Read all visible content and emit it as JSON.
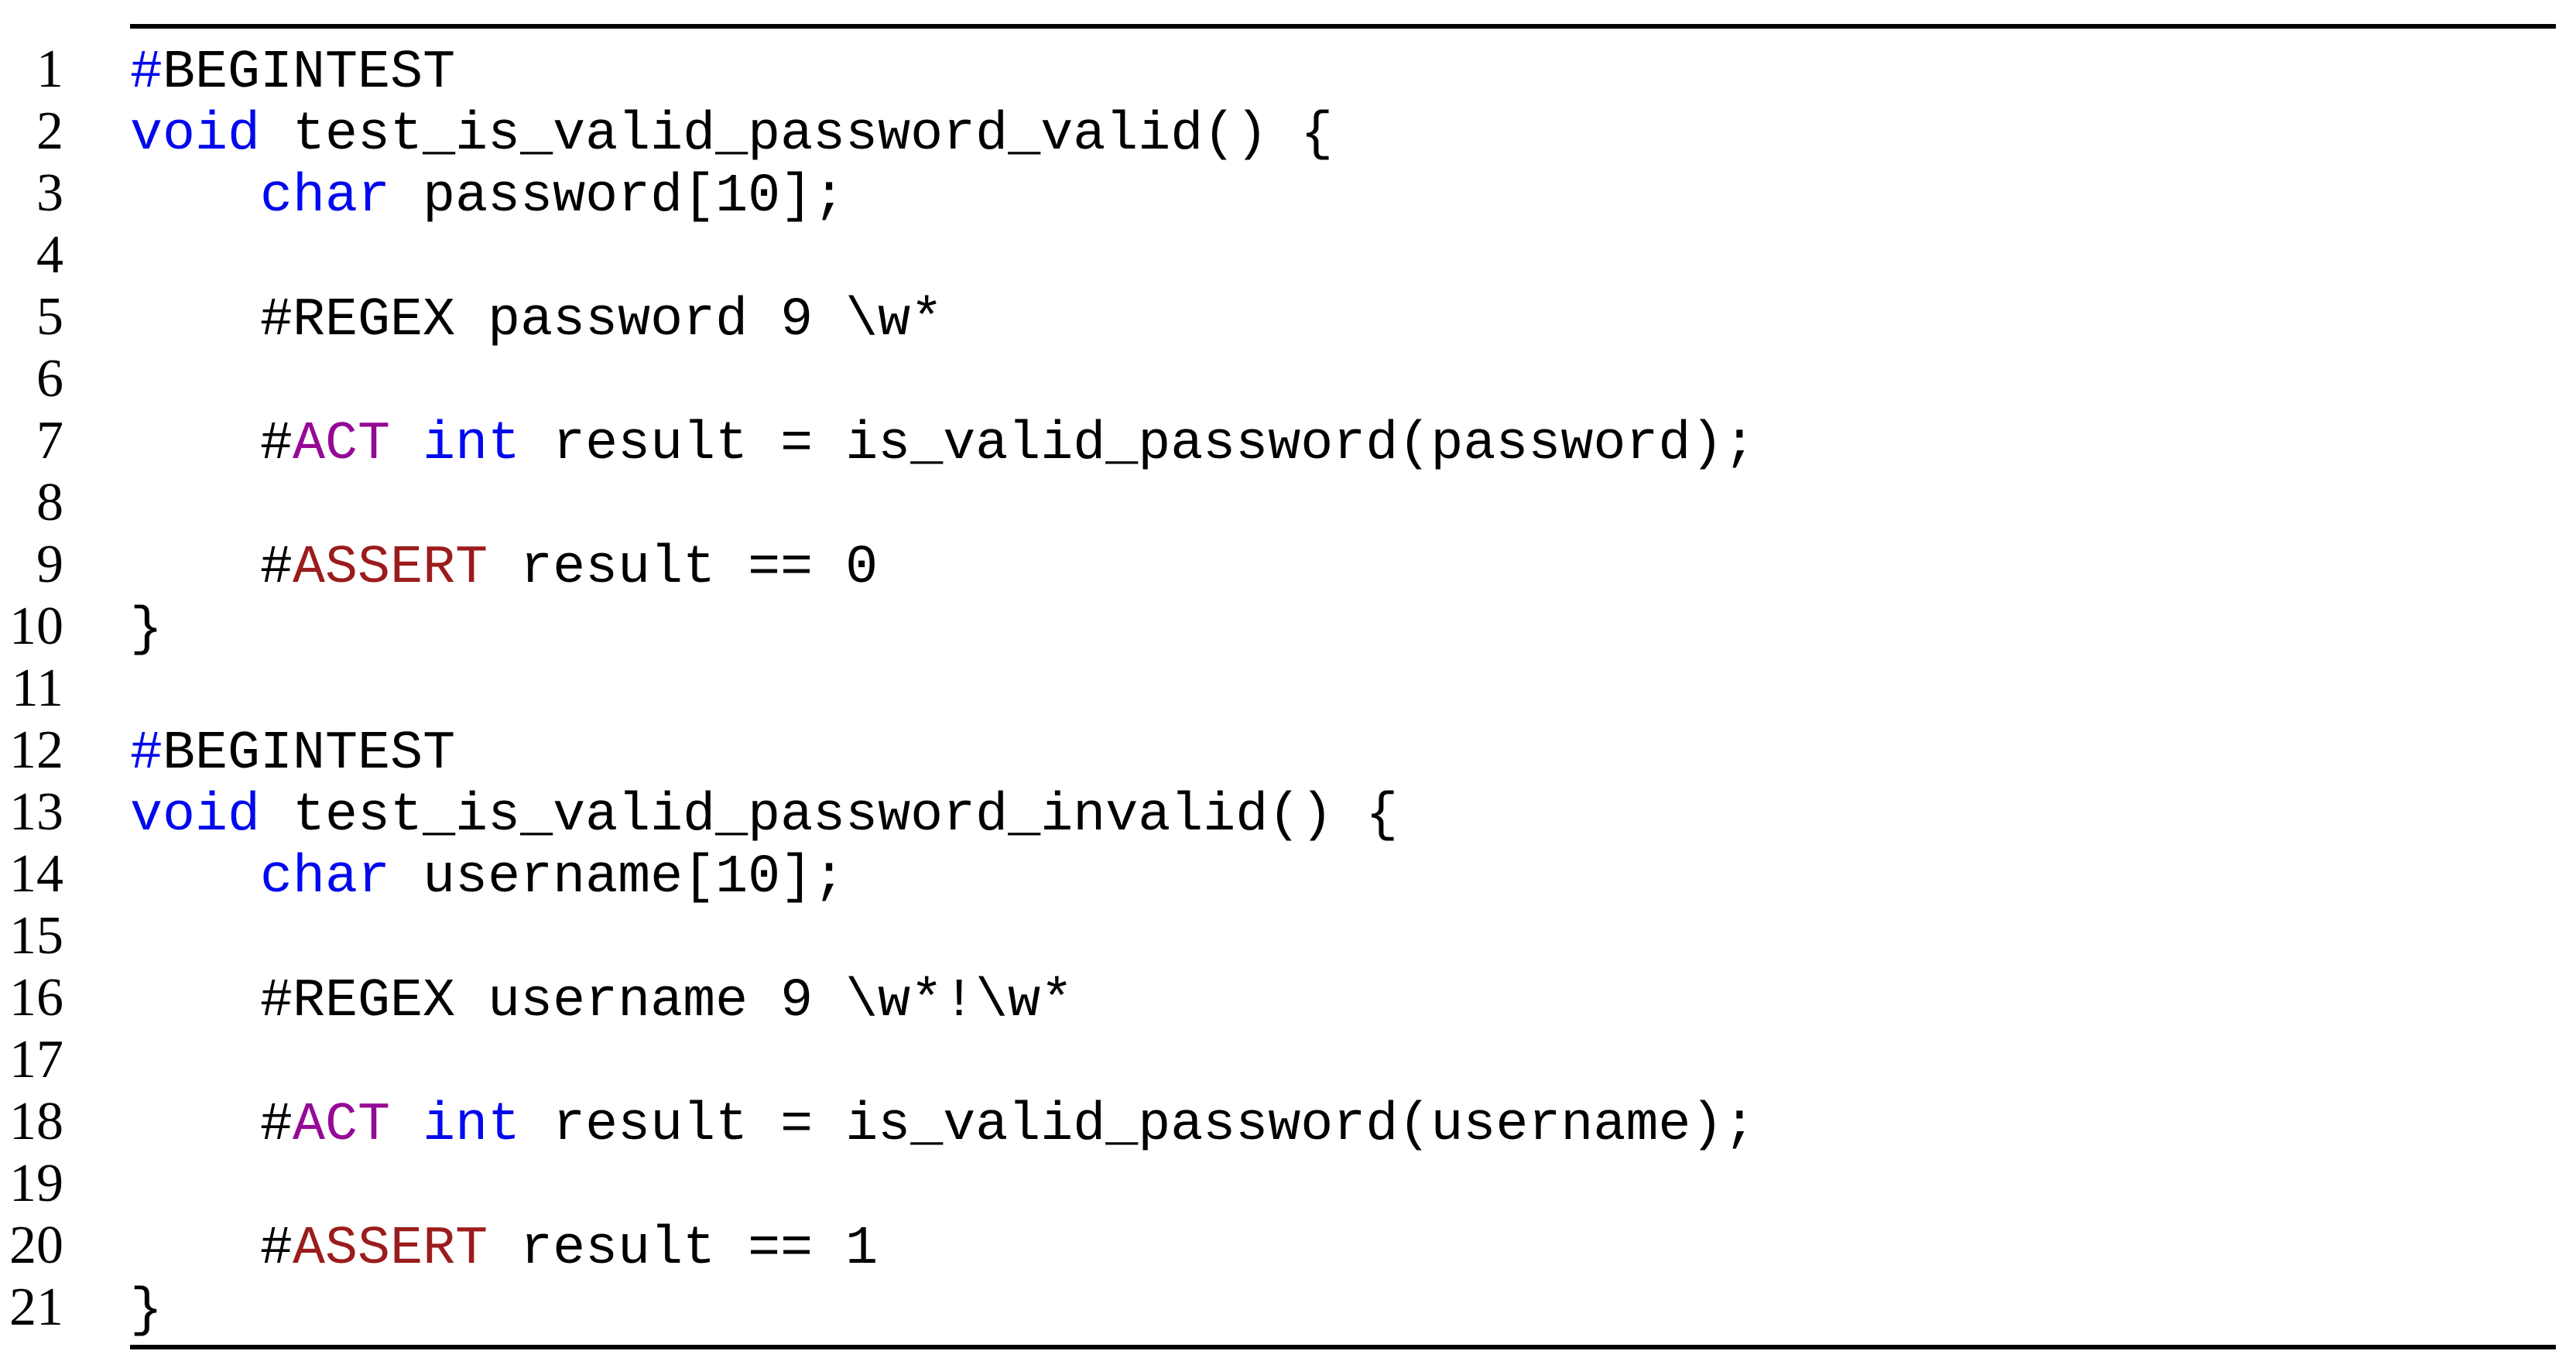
{
  "figure": {
    "kind": "code-listing",
    "language": "C",
    "background": "#ffffff",
    "rule_color": "#000000"
  },
  "colors": {
    "default": "#000000",
    "keyword": "#0009EE",
    "act": "#960996",
    "assert": "#9B1C1C"
  },
  "listing": {
    "line_count": 21,
    "lines": [
      {
        "number": "1",
        "tokens": [
          {
            "t": "#",
            "c": "keyword"
          },
          {
            "t": "BEGINTEST",
            "c": "default"
          }
        ]
      },
      {
        "number": "2",
        "tokens": [
          {
            "t": "void",
            "c": "keyword"
          },
          {
            "t": " test_is_valid_password_valid() {",
            "c": "default"
          }
        ]
      },
      {
        "number": "3",
        "tokens": [
          {
            "t": "    ",
            "c": "default"
          },
          {
            "t": "char",
            "c": "keyword"
          },
          {
            "t": " password[10];",
            "c": "default"
          }
        ]
      },
      {
        "number": "4",
        "tokens": []
      },
      {
        "number": "5",
        "tokens": [
          {
            "t": "    #REGEX password 9 \\w*",
            "c": "default"
          }
        ]
      },
      {
        "number": "6",
        "tokens": []
      },
      {
        "number": "7",
        "tokens": [
          {
            "t": "    #",
            "c": "default"
          },
          {
            "t": "ACT",
            "c": "act"
          },
          {
            "t": " ",
            "c": "default"
          },
          {
            "t": "int",
            "c": "keyword"
          },
          {
            "t": " result = is_valid_password(password);",
            "c": "default"
          }
        ]
      },
      {
        "number": "8",
        "tokens": []
      },
      {
        "number": "9",
        "tokens": [
          {
            "t": "    #",
            "c": "default"
          },
          {
            "t": "ASSERT",
            "c": "assert"
          },
          {
            "t": " result == 0",
            "c": "default"
          }
        ]
      },
      {
        "number": "10",
        "tokens": [
          {
            "t": "}",
            "c": "default"
          }
        ]
      },
      {
        "number": "11",
        "tokens": []
      },
      {
        "number": "12",
        "tokens": [
          {
            "t": "#",
            "c": "keyword"
          },
          {
            "t": "BEGINTEST",
            "c": "default"
          }
        ]
      },
      {
        "number": "13",
        "tokens": [
          {
            "t": "void",
            "c": "keyword"
          },
          {
            "t": " test_is_valid_password_invalid() {",
            "c": "default"
          }
        ]
      },
      {
        "number": "14",
        "tokens": [
          {
            "t": "    ",
            "c": "default"
          },
          {
            "t": "char",
            "c": "keyword"
          },
          {
            "t": " username[10];",
            "c": "default"
          }
        ]
      },
      {
        "number": "15",
        "tokens": []
      },
      {
        "number": "16",
        "tokens": [
          {
            "t": "    #REGEX username 9 \\w*!\\w*",
            "c": "default"
          }
        ]
      },
      {
        "number": "17",
        "tokens": []
      },
      {
        "number": "18",
        "tokens": [
          {
            "t": "    #",
            "c": "default"
          },
          {
            "t": "ACT",
            "c": "act"
          },
          {
            "t": " ",
            "c": "default"
          },
          {
            "t": "int",
            "c": "keyword"
          },
          {
            "t": " result = is_valid_password(username);",
            "c": "default"
          }
        ]
      },
      {
        "number": "19",
        "tokens": []
      },
      {
        "number": "20",
        "tokens": [
          {
            "t": "    #",
            "c": "default"
          },
          {
            "t": "ASSERT",
            "c": "assert"
          },
          {
            "t": " result == 1",
            "c": "default"
          }
        ]
      },
      {
        "number": "21",
        "tokens": [
          {
            "t": "}",
            "c": "default"
          }
        ]
      }
    ]
  }
}
